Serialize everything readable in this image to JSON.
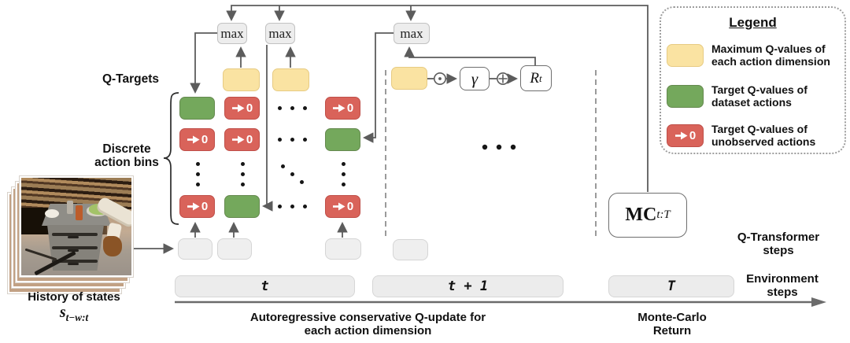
{
  "colors": {
    "yellow_fill": "#FAE3A2",
    "yellow_border": "#E7CB83",
    "green_fill": "#74A85C",
    "green_border": "#65894F",
    "red_fill": "#D9635A",
    "red_border": "#BF4F49",
    "line_gray": "#5C5C5C",
    "dashed_gray": "#9A9A9A",
    "box_gray": "#EFEFEF"
  },
  "labels": {
    "q_targets": "Q-Targets",
    "discrete_line1": "Discrete",
    "discrete_line2": "action bins",
    "history_line1": "History of states",
    "history_base": "s",
    "history_sub": "t−w:t",
    "qt_steps_line1": "Q-Transformer",
    "qt_steps_line2": "steps",
    "env_steps_line1": "Environment",
    "env_steps_line2": "steps",
    "caption_left_line1": "Autoregressive conservative Q-update for",
    "caption_left_line2": "each action dimension",
    "caption_right_line1": "Monte-Carlo",
    "caption_right_line2": "Return"
  },
  "nodes": {
    "max_label": "max",
    "gamma": "γ",
    "reward_base": "R",
    "reward_sub": "t",
    "mc_base": "MC",
    "mc_sub": "t:T",
    "red_box_label": "0",
    "operators": {
      "multiply_icon": "⊙",
      "add_icon": "⊕"
    }
  },
  "timeline": {
    "steps": [
      "t",
      "t + 1",
      "T"
    ]
  },
  "grid": {
    "columns": [
      {
        "cells": [
          "green",
          "red",
          "vdots",
          "red"
        ]
      },
      {
        "cells": [
          "red",
          "red",
          "vdots",
          "green"
        ]
      },
      {
        "cells": [
          "hdots",
          "hdots",
          "ddots",
          "hdots"
        ]
      },
      {
        "cells": [
          "red",
          "green",
          "vdots",
          "red"
        ]
      }
    ]
  },
  "legend": {
    "title": "Legend",
    "items": [
      {
        "swatch": "yellow",
        "label": "Maximum Q-values of each action dimension"
      },
      {
        "swatch": "green",
        "label": "Target Q-values of dataset actions"
      },
      {
        "swatch": "red",
        "label": "Target Q-values of unobserved actions"
      }
    ]
  }
}
